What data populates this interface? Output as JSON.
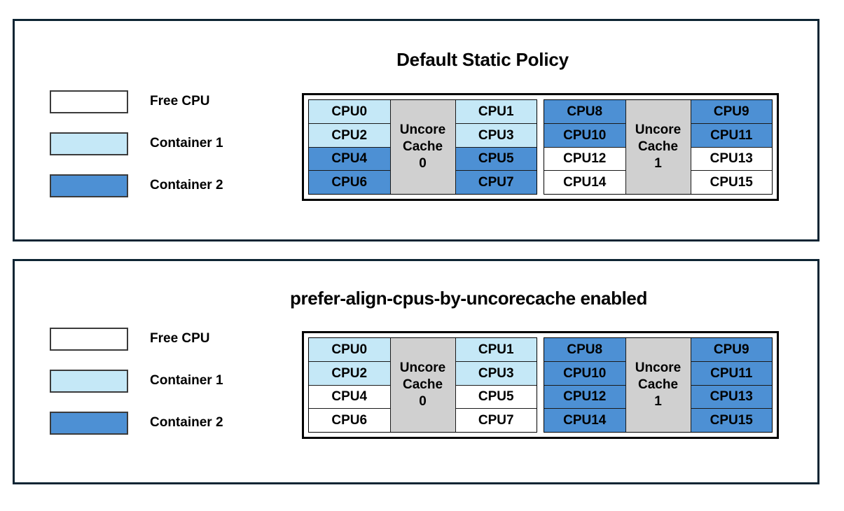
{
  "colors": {
    "free_cpu": "#ffffff",
    "container1": "#c5e8f7",
    "container2": "#4d90d4",
    "uncore_cache": "#d0d0d0",
    "panel_border": "#0d2433",
    "frame_border": "#000000"
  },
  "legend": {
    "items": [
      {
        "label": "Free CPU",
        "fill": "free"
      },
      {
        "label": "Container 1",
        "fill": "c1"
      },
      {
        "label": "Container 2",
        "fill": "c2"
      }
    ]
  },
  "panels": [
    {
      "title": "Default Static Policy",
      "groups": [
        {
          "cache_label_line1": "Uncore",
          "cache_label_line2": "Cache",
          "cache_index": "0",
          "left_column": [
            {
              "label": "CPU0",
              "fill": "c1"
            },
            {
              "label": "CPU2",
              "fill": "c1"
            },
            {
              "label": "CPU4",
              "fill": "c2"
            },
            {
              "label": "CPU6",
              "fill": "c2"
            }
          ],
          "right_column": [
            {
              "label": "CPU1",
              "fill": "c1"
            },
            {
              "label": "CPU3",
              "fill": "c1"
            },
            {
              "label": "CPU5",
              "fill": "c2"
            },
            {
              "label": "CPU7",
              "fill": "c2"
            }
          ]
        },
        {
          "cache_label_line1": "Uncore",
          "cache_label_line2": "Cache",
          "cache_index": "1",
          "left_column": [
            {
              "label": "CPU8",
              "fill": "c2"
            },
            {
              "label": "CPU10",
              "fill": "c2"
            },
            {
              "label": "CPU12",
              "fill": "free"
            },
            {
              "label": "CPU14",
              "fill": "free"
            }
          ],
          "right_column": [
            {
              "label": "CPU9",
              "fill": "c2"
            },
            {
              "label": "CPU11",
              "fill": "c2"
            },
            {
              "label": "CPU13",
              "fill": "free"
            },
            {
              "label": "CPU15",
              "fill": "free"
            }
          ]
        }
      ]
    },
    {
      "title": "prefer-align-cpus-by-uncorecache enabled",
      "groups": [
        {
          "cache_label_line1": "Uncore",
          "cache_label_line2": "Cache",
          "cache_index": "0",
          "left_column": [
            {
              "label": "CPU0",
              "fill": "c1"
            },
            {
              "label": "CPU2",
              "fill": "c1"
            },
            {
              "label": "CPU4",
              "fill": "free"
            },
            {
              "label": "CPU6",
              "fill": "free"
            }
          ],
          "right_column": [
            {
              "label": "CPU1",
              "fill": "c1"
            },
            {
              "label": "CPU3",
              "fill": "c1"
            },
            {
              "label": "CPU5",
              "fill": "free"
            },
            {
              "label": "CPU7",
              "fill": "free"
            }
          ]
        },
        {
          "cache_label_line1": "Uncore",
          "cache_label_line2": "Cache",
          "cache_index": "1",
          "left_column": [
            {
              "label": "CPU8",
              "fill": "c2"
            },
            {
              "label": "CPU10",
              "fill": "c2"
            },
            {
              "label": "CPU12",
              "fill": "c2"
            },
            {
              "label": "CPU14",
              "fill": "c2"
            }
          ],
          "right_column": [
            {
              "label": "CPU9",
              "fill": "c2"
            },
            {
              "label": "CPU11",
              "fill": "c2"
            },
            {
              "label": "CPU13",
              "fill": "c2"
            },
            {
              "label": "CPU15",
              "fill": "c2"
            }
          ]
        }
      ]
    }
  ]
}
